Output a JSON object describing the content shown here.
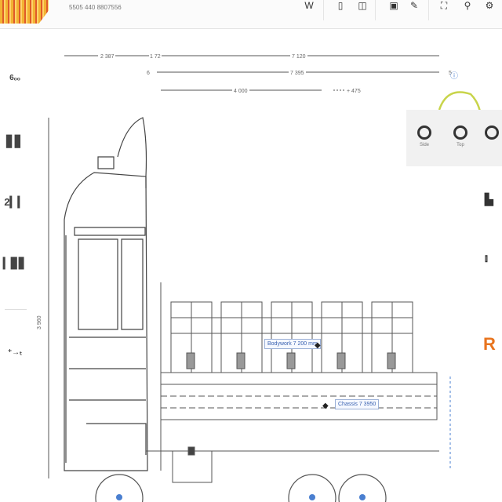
{
  "header": {
    "doc_id": "5505 440 8807556",
    "toolbar_icons": [
      "w-icon",
      "panel-icon",
      "split-icon",
      "lock-icon",
      "pen-icon",
      "fullscreen-icon",
      "pin-icon",
      "settings-icon"
    ]
  },
  "left_toolbar": {
    "items": [
      {
        "name": "axle-tool",
        "label": "6ₒₒ"
      },
      {
        "name": "cab-tool",
        "label": "▋▋"
      },
      {
        "name": "dimension-tool",
        "label": "2▎▎"
      },
      {
        "name": "wheelbase-tool",
        "label": "▎▊▋"
      },
      {
        "name": "align-tool",
        "label": "⁺→ₜ"
      }
    ]
  },
  "dimensions": {
    "top_left": "2 387",
    "top_mid_small": "1 72",
    "top_right": "7 120",
    "second_left": "6",
    "second_mid": "7 395",
    "second_right": "5",
    "third_mid": "4 000",
    "third_right": "+ 475",
    "vertical_left": "3 960"
  },
  "view_panel": {
    "btn1": "Side",
    "btn2": "Top",
    "btn3": ""
  },
  "tags": {
    "body_tag": "Bodywork 7 200 mm",
    "chassis_tag": "Chassis 7 3950"
  },
  "colors": {
    "highlight_ring": "#c8d44a",
    "dim_blue": "#4a7fd0",
    "line": "#555555",
    "brand_orange": "#e8741e"
  }
}
